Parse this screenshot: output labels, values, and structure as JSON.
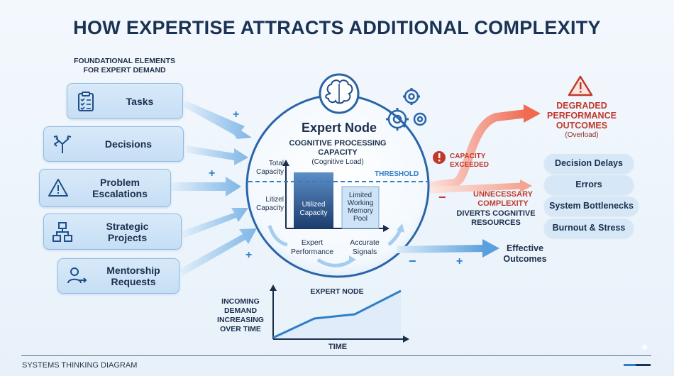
{
  "title": "HOW EXPERTISE ATTRACTS ADDITIONAL COMPLEXITY",
  "foundational_heading": "FOUNDATIONAL ELEMENTS\nFOR EXPERT DEMAND",
  "elements": [
    {
      "label": "Tasks",
      "icon": "clipboard-checklist-icon"
    },
    {
      "label": "Decisions",
      "icon": "diverging-arrows-icon"
    },
    {
      "label": "Problem\nEscalations",
      "icon": "warning-triangle-icon"
    },
    {
      "label": "Strategic\nProjects",
      "icon": "org-chart-icon"
    },
    {
      "label": "Mentorship\nRequests",
      "icon": "person-arrow-icon"
    }
  ],
  "node": {
    "title": "Expert Node",
    "capacity_title": "COGNITIVE PROCESSING\nCAPACITY",
    "capacity_sub": "(Cognitive Load)",
    "total_capacity": "Total\nCapacity",
    "litized_capacity": "Litizel\nCapacity",
    "threshold": "THRESHOLD",
    "bar_utilized": "Utilized\nCapacity",
    "bar_limited": "Limited\nWorking\nMemory\nPool",
    "expert_performance": "Expert\nPerformance",
    "accurate_signals": "Accurate\nSignals",
    "caption": "EXPERT NODE"
  },
  "capacity_exceeded": "CAPACITY\nEXCEEDED",
  "degraded": {
    "title": "DEGRADED\nPERFORMANCE\nOUTCOMES",
    "sub": "(Overload)"
  },
  "unnecessary": "UNNECESSARY\nCOMPLEXITY",
  "diverts": "DIVERTS COGNITIVE\nRESOURCES",
  "effects": [
    "Decision Delays",
    "Errors",
    "System Bottlenecks",
    "Burnout & Stress"
  ],
  "effective_outcomes": "Effective\nOutcomes",
  "signs": {
    "plus": "+",
    "minus": "−"
  },
  "demand_chart": {
    "label": "INCOMING\nDEMAND\nINCREASING\nOVER TIME",
    "xlabel": "TIME"
  },
  "footer": "SYSTEMS THINKING DIAGRAM",
  "colors": {
    "navy": "#1a3253",
    "red": "#c0392b",
    "blue": "#2f7fc8",
    "accent": "#f26b4c"
  }
}
